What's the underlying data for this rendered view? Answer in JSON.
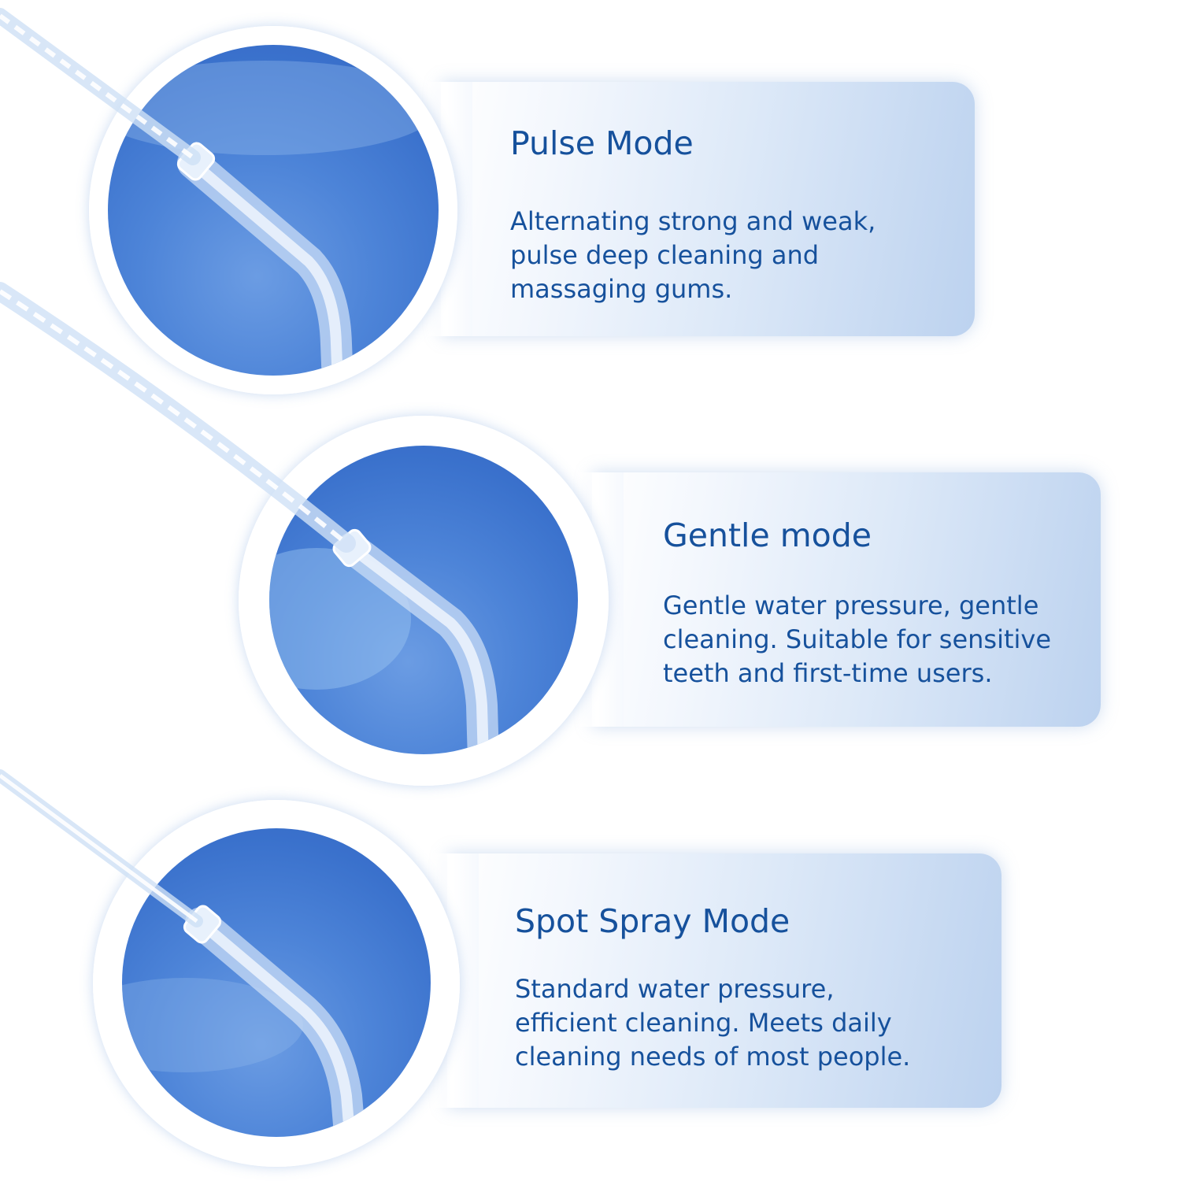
{
  "modes": [
    {
      "title": "Pulse Mode",
      "description_lines": [
        "Alternating strong and weak,",
        "pulse deep cleaning and",
        "massaging gums."
      ]
    },
    {
      "title": "Gentle mode",
      "description_lines": [
        "Gentle water pressure, gentle",
        "cleaning. Suitable for sensitive",
        "teeth and first-time users."
      ]
    },
    {
      "title": "Spot Spray Mode",
      "description_lines": [
        "Standard water pressure,",
        "efficient cleaning. Meets daily",
        "cleaning needs of most people."
      ]
    }
  ],
  "colors": {
    "text": "#16519c",
    "disc_blue": "#4d84d8",
    "card_blue": "#bcd2ef",
    "background": "#ffffff"
  },
  "icons": [
    "water-flosser-nozzle-icon",
    "water-jet-icon"
  ]
}
